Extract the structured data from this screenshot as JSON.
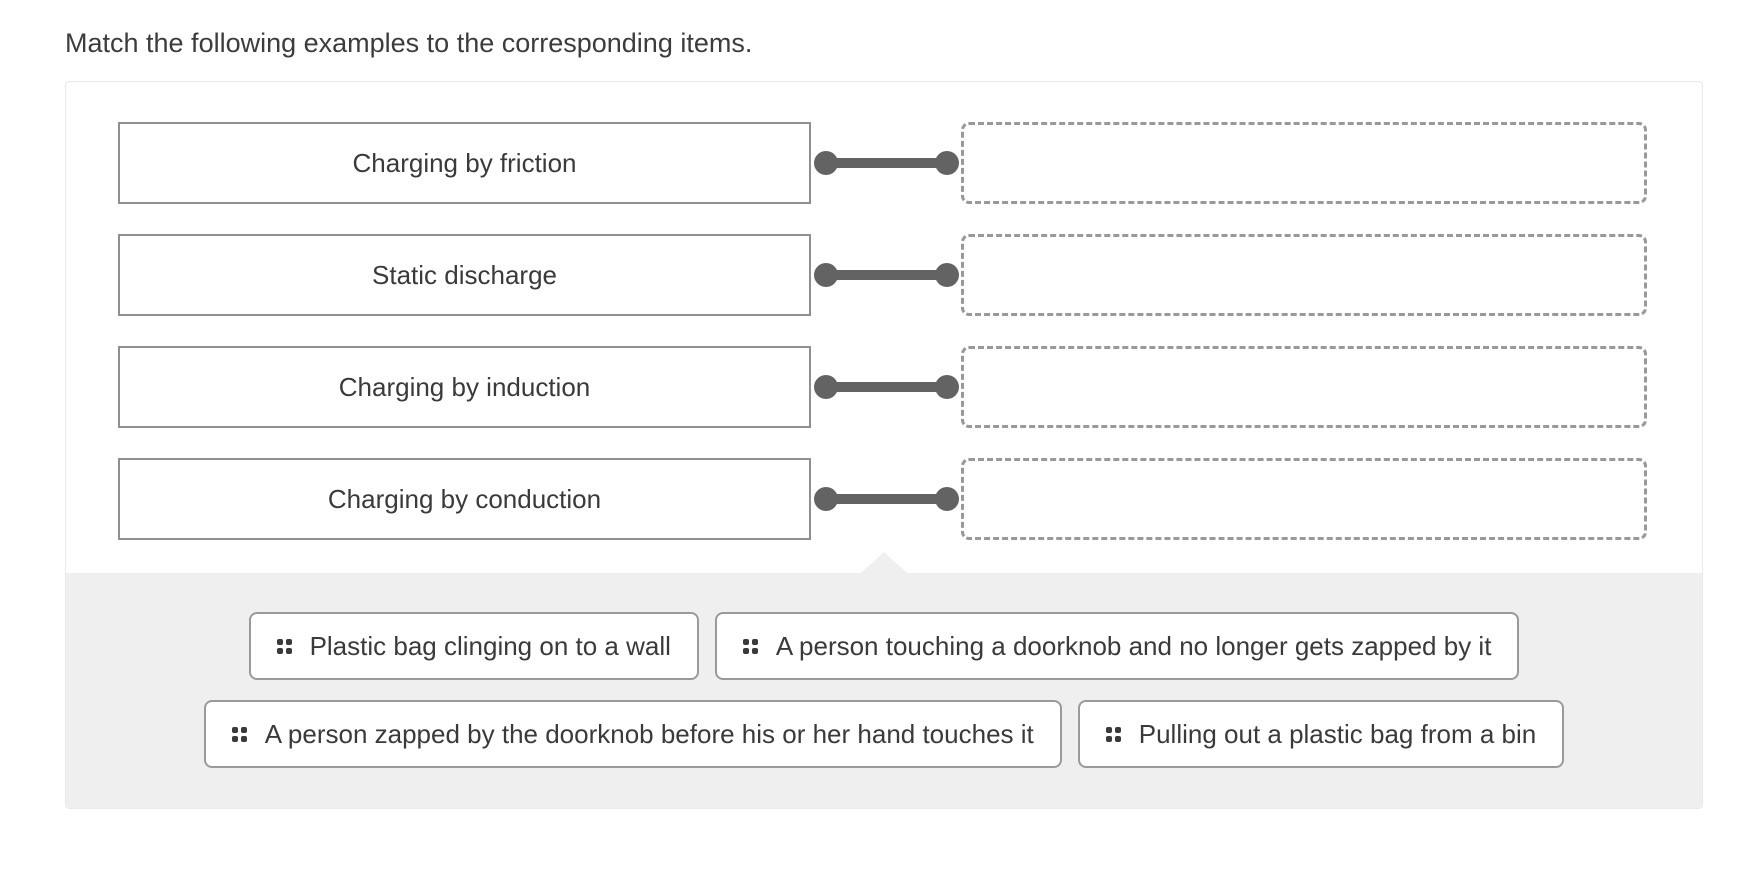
{
  "page": {
    "title": "Match the following examples to the corresponding items."
  },
  "colors": {
    "panel_border": "#e9e9e9",
    "source_box_border": "#8f8f8f",
    "connector": "#636363",
    "target_dashed_border": "#999999",
    "options_background": "#efefef",
    "option_border": "#9a9a9a",
    "text": "#3a3a3a"
  },
  "match": {
    "rows": [
      {
        "label": "Charging by friction",
        "target_value": ""
      },
      {
        "label": "Static discharge",
        "target_value": ""
      },
      {
        "label": "Charging by induction",
        "target_value": ""
      },
      {
        "label": "Charging by conduction",
        "target_value": ""
      }
    ]
  },
  "options": {
    "items": [
      {
        "icon": "drag-handle-icon",
        "label": "Plastic bag clinging on to a wall"
      },
      {
        "icon": "drag-handle-icon",
        "label": "A person touching a doorknob and no longer gets zapped by it"
      },
      {
        "icon": "drag-handle-icon",
        "label": "A person zapped by the doorknob before his or her hand touches it"
      },
      {
        "icon": "drag-handle-icon",
        "label": "Pulling out a plastic bag from a bin"
      }
    ]
  }
}
